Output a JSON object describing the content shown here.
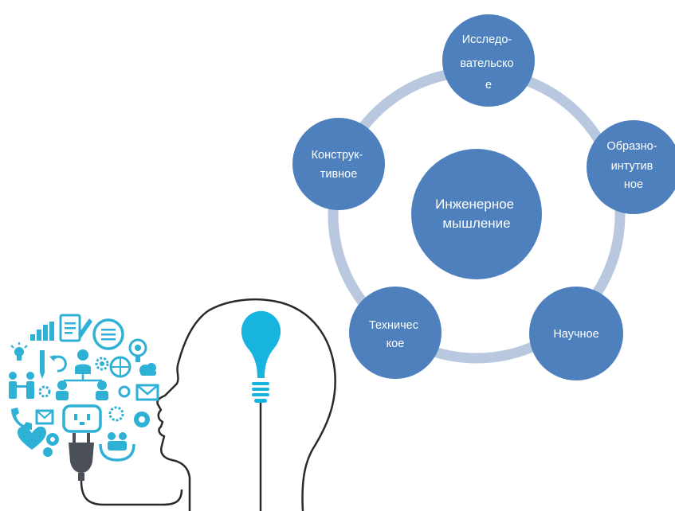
{
  "diagram": {
    "center": {
      "lines": [
        "Инженерное",
        "мышление"
      ]
    },
    "nodes": [
      {
        "id": "research",
        "lines": [
          "Исследо-",
          "вательско",
          "е"
        ]
      },
      {
        "id": "figurative",
        "lines": [
          "Образно-",
          "интутив",
          "ное"
        ]
      },
      {
        "id": "scientific",
        "lines": [
          "Научное"
        ]
      },
      {
        "id": "technical",
        "lines": [
          "Техничес",
          "кое"
        ]
      },
      {
        "id": "constructive",
        "lines": [
          "Конструк-",
          "тивное"
        ]
      }
    ]
  },
  "illustration": {
    "icons": [
      "bar-chart-icon",
      "document-pen-icon",
      "speech-bubble-icon",
      "lightbulb-icon",
      "person-icon",
      "gear-icon",
      "envelope-icon",
      "heart-icon",
      "cloud-icon",
      "puzzle-icon",
      "globe-icon",
      "recycle-icon",
      "people-icon",
      "phone-icon",
      "plug-icon"
    ],
    "colors": {
      "icon": "#2fb1d6",
      "bulb": "#18b4e0",
      "outline": "#2a2a2a",
      "plug": "#4b5058"
    }
  }
}
